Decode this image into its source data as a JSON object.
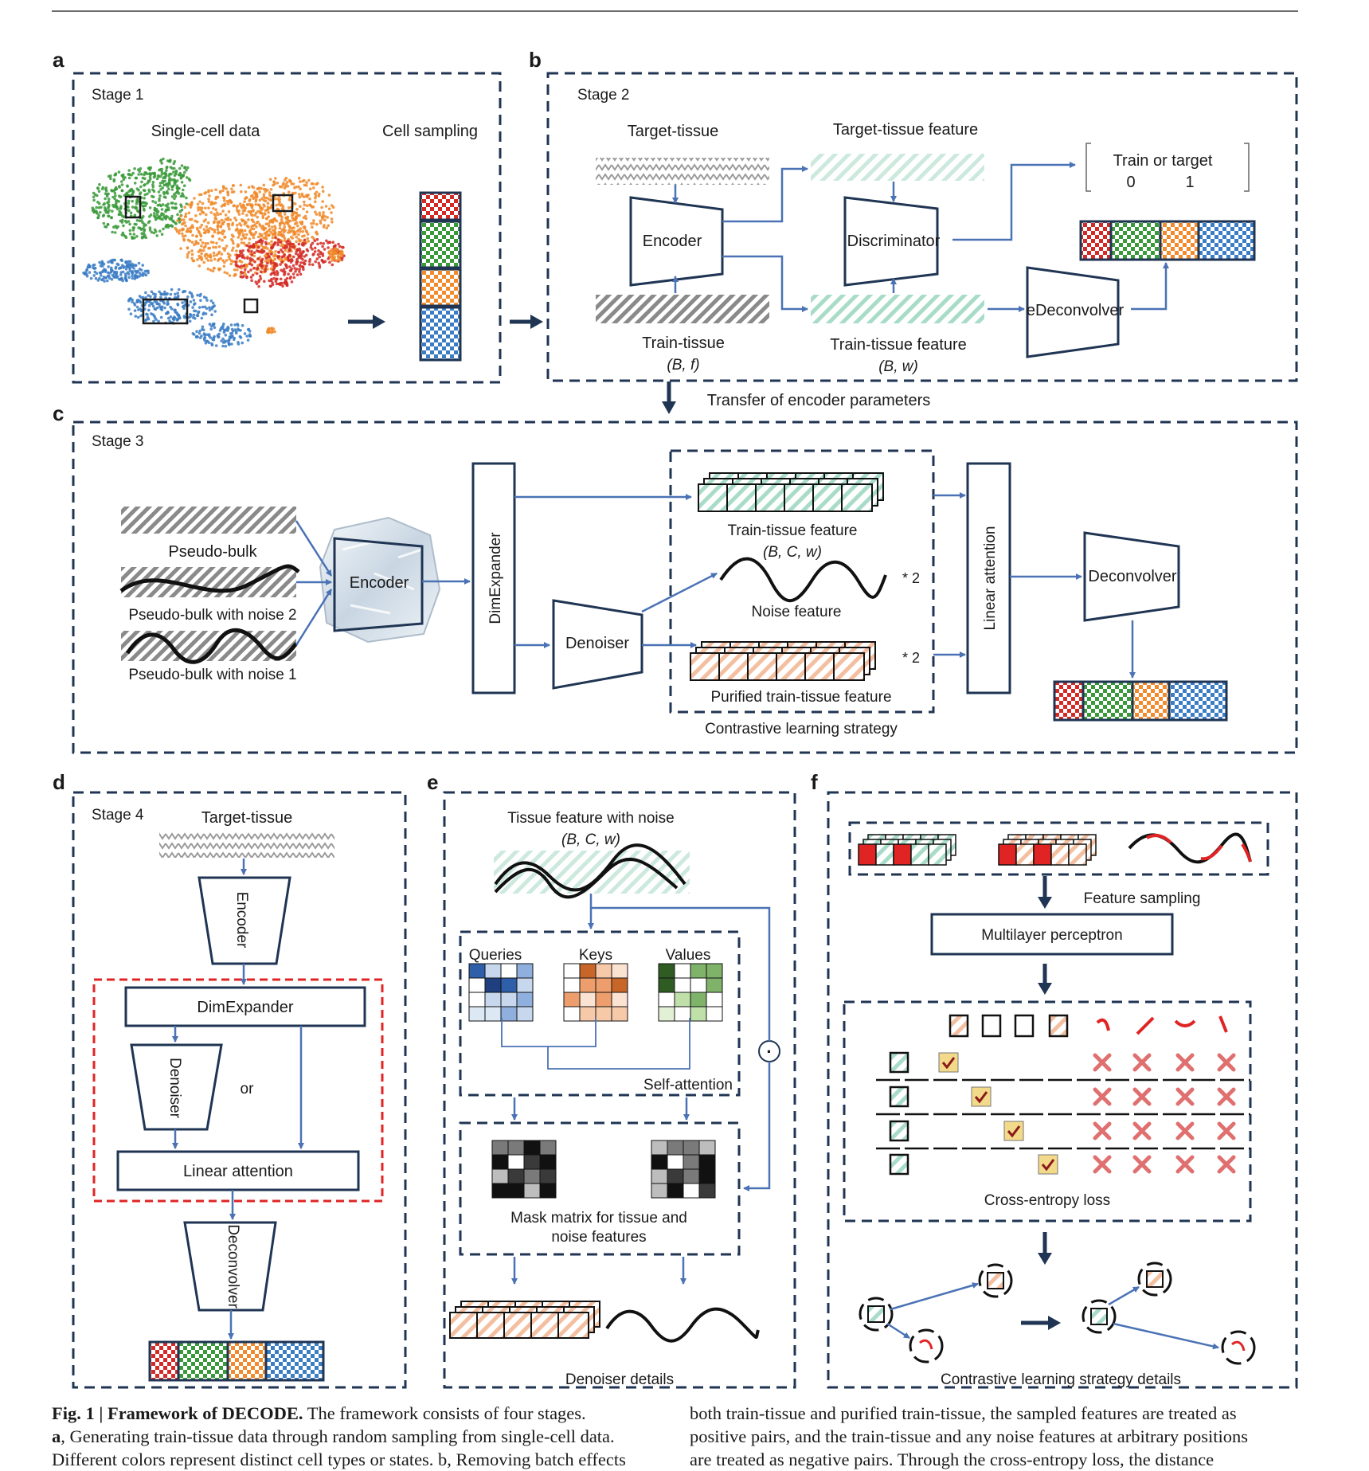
{
  "panels": {
    "a": {
      "letter": "a",
      "stage": "Stage 1",
      "single_cell": "Single-cell data",
      "cell_sampling": "Cell sampling"
    },
    "b": {
      "letter": "b",
      "stage": "Stage 2",
      "target_tissue": "Target-tissue",
      "target_tissue_feature": "Target-tissue feature",
      "encoder": "Encoder",
      "discriminator": "Discriminator",
      "train_or_target": "Train or target",
      "label0": "0",
      "label1": "1",
      "edeconvolver": "eDeconvolver",
      "train_tissue": "Train-tissue",
      "train_tissue_dims": "(B, f)",
      "train_tissue_feature": "Train-tissue feature",
      "train_tissue_feature_dims": "(B, w)"
    },
    "transfer": "Transfer of encoder parameters",
    "c": {
      "letter": "c",
      "stage": "Stage 3",
      "pseudo_bulk": "Pseudo-bulk",
      "pseudo_bulk_noise2": "Pseudo-bulk with noise 2",
      "pseudo_bulk_noise1": "Pseudo-bulk with noise 1",
      "encoder": "Encoder",
      "dimexpander": "DimExpander",
      "denoiser": "Denoiser",
      "train_tissue_feature": "Train-tissue feature",
      "train_tissue_feature_dims": "(B, C, w)",
      "noise_feature": "Noise feature",
      "times2": "* 2",
      "purified": "Purified train-tissue feature",
      "contrastive": "Contrastive learning strategy",
      "linear_attention": "Linear attention",
      "deconvolver": "Deconvolver"
    },
    "d": {
      "letter": "d",
      "stage": "Stage 4",
      "target_tissue": "Target-tissue",
      "encoder": "Encoder",
      "dimexpander": "DimExpander",
      "denoiser": "Denoiser",
      "or": "or",
      "linear_attention": "Linear attention",
      "deconvolver": "Deconvolver"
    },
    "e": {
      "letter": "e",
      "title": "Tissue feature with noise",
      "dims": "(B, C, w)",
      "queries": "Queries",
      "keys": "Keys",
      "values": "Values",
      "self_attention": "Self-attention",
      "mask_line1": "Mask matrix for tissue and",
      "mask_line2": "noise features",
      "footer": "Denoiser details",
      "dot_op": "·"
    },
    "f": {
      "letter": "f",
      "feature_sampling": "Feature sampling",
      "mlp": "Multilayer perceptron",
      "cross_entropy": "Cross-entropy loss",
      "footer": "Contrastive learning strategy details"
    }
  },
  "colors": {
    "navy": "#1f3553",
    "arrow": "#4a72b5",
    "red": "#d42a26",
    "green": "#3a9a3a",
    "orange": "#f08a2a",
    "blue": "#3b7dc4",
    "mint": "#a9dcc8",
    "peach": "#f3bfa0",
    "gray": "#8a8a8a",
    "dashred": "#e02424",
    "xred": "#e07070",
    "gold": "#f3d98a"
  },
  "caption": {
    "left_lines": [
      {
        "bold": "Fig. 1 | Framework of DECODE.",
        "text": " The framework consists of four stages."
      },
      {
        "bold": "a",
        "text": ", Generating train-tissue data through random sampling from single-cell data."
      },
      {
        "bold": "",
        "text": "Different colors represent distinct cell types or states. b, Removing batch effects"
      }
    ],
    "right_lines": [
      {
        "bold": "",
        "text": "both train-tissue and purified train-tissue, the sampled features are treated as"
      },
      {
        "bold": "",
        "text": "positive pairs, and the train-tissue and any noise features at arbitrary positions"
      },
      {
        "bold": "",
        "text": "are treated as negative pairs. Through the cross-entropy loss, the distance"
      }
    ]
  }
}
